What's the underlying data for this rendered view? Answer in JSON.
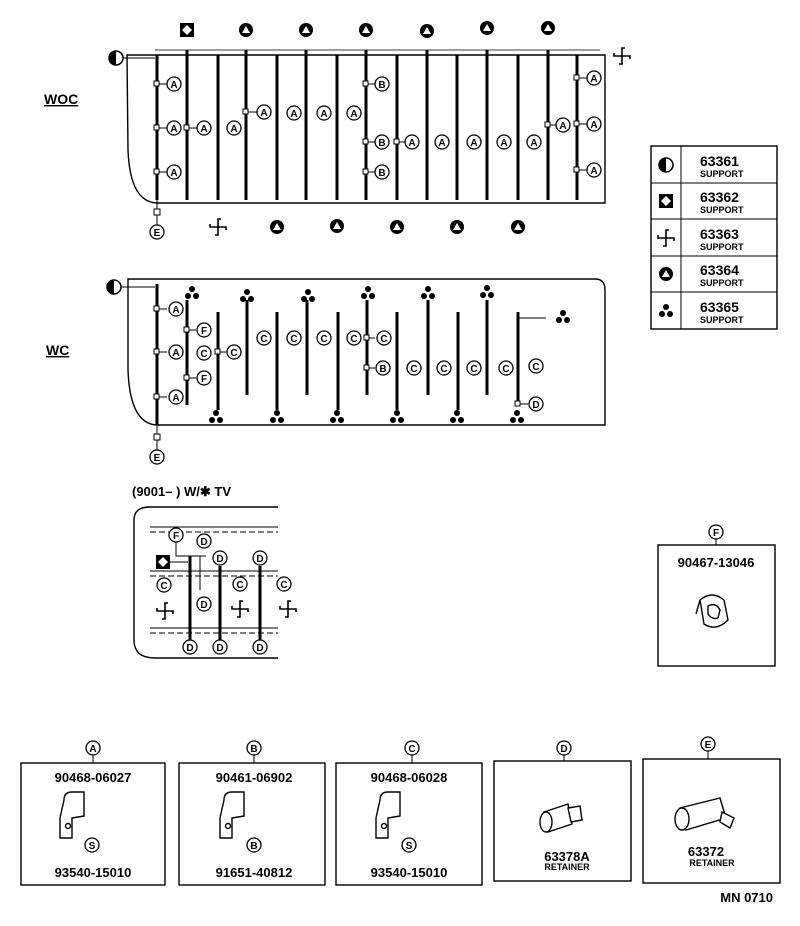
{
  "sections": {
    "woc": "WOC",
    "wc": "WC",
    "tv_note": "(9001–       ) W/✱ TV"
  },
  "legend": [
    {
      "icon": "half-circle-symbol",
      "part": "63361",
      "name": "SUPPORT"
    },
    {
      "icon": "diamond-square-symbol",
      "part": "63362",
      "name": "SUPPORT"
    },
    {
      "icon": "pinwheel-symbol",
      "part": "63363",
      "name": "SUPPORT"
    },
    {
      "icon": "triangle-circle-symbol",
      "part": "63364",
      "name": "SUPPORT"
    },
    {
      "icon": "three-dots-symbol",
      "part": "63365",
      "name": "SUPPORT"
    }
  ],
  "callouts": {
    "A": "A",
    "B": "B",
    "C": "C",
    "D": "D",
    "E": "E",
    "F": "F"
  },
  "detail_f": {
    "letter": "F",
    "part": "90467-13046"
  },
  "details": [
    {
      "letter": "A",
      "part_top": "90468-06027",
      "part_bottom": "93540-15010",
      "sub": "S"
    },
    {
      "letter": "B",
      "part_top": "90461-06902",
      "part_bottom": "91651-40812",
      "sub": "B"
    },
    {
      "letter": "C",
      "part_top": "90468-06028",
      "part_bottom": "93540-15010",
      "sub": "S"
    },
    {
      "letter": "D",
      "part_top": "",
      "part_bottom": "63378A",
      "name": "RETAINER"
    },
    {
      "letter": "E",
      "part_top": "",
      "part_bottom": "63372",
      "name": "RETAINER"
    }
  ],
  "footer": {
    "code": "MN 0710"
  }
}
